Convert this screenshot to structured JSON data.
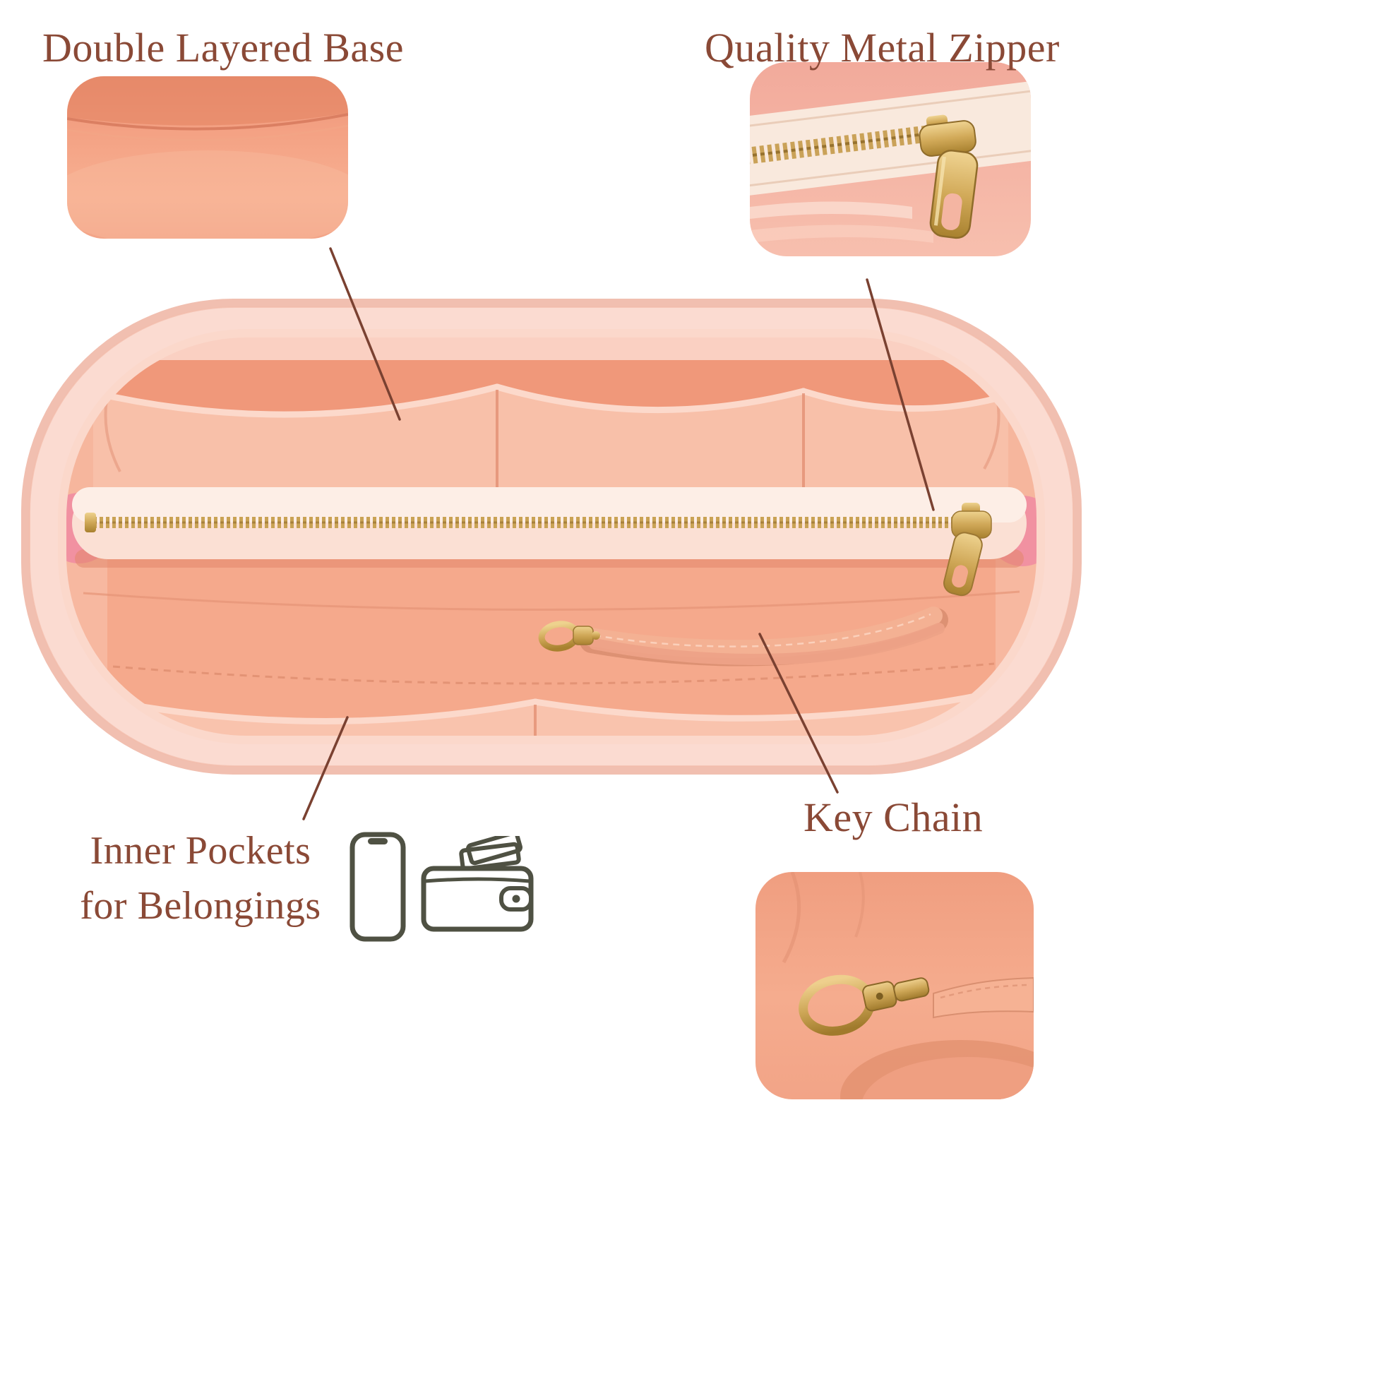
{
  "labels": {
    "double_layered_base": "Double Layered Base",
    "quality_metal_zipper": "Quality Metal Zipper",
    "inner_pockets_line1": "Inner Pockets",
    "inner_pockets_line2": "for Belongings",
    "key_chain": "Key Chain"
  },
  "icons": {
    "phone": "phone-icon",
    "wallet": "wallet-icon"
  },
  "colors": {
    "background": "#ffffff",
    "label_text": "#8a4936",
    "leader_line": "#7a4131",
    "felt_light": "#fbdbd1",
    "felt_outer_edge": "#f1bfb0",
    "interior_peach": "#f5a98c",
    "pocket_front": "#f8c0a9",
    "zipper_tape": "#fbe0d4",
    "zipper_gold": "#c9a254",
    "accent_pink": "#f191a1",
    "icon_outline": "#4f5143"
  }
}
